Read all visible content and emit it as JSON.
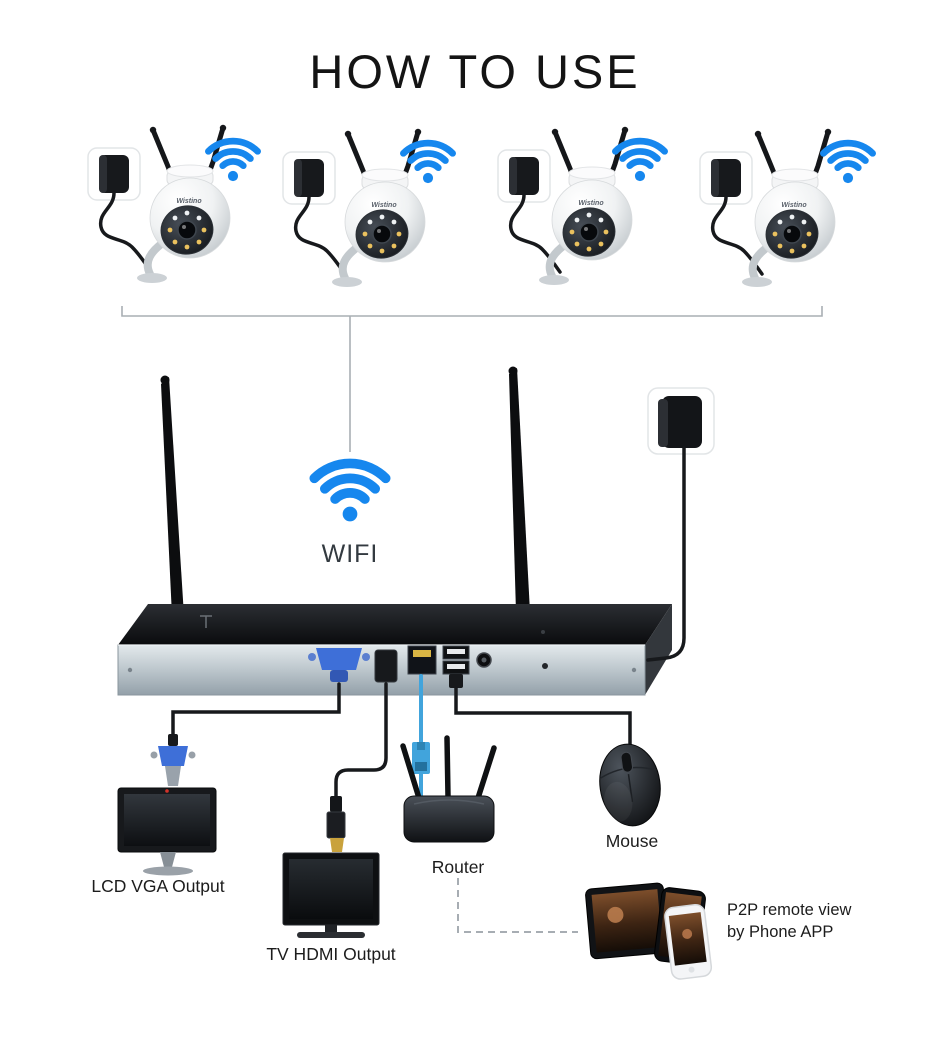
{
  "title": "HOW TO USE",
  "camera_brand": "Wistino",
  "hub": {
    "wifi_label": "WIFI"
  },
  "outputs": {
    "lcd_label": "LCD VGA Output",
    "tv_label": "TV HDMI Output",
    "router_label": "Router",
    "mouse_label": "Mouse",
    "p2p_line1": "P2P remote view",
    "p2p_line2": "by Phone APP"
  },
  "colors": {
    "wifi_blue": "#1687ee",
    "vga_connector_blue": "#3e6fd8",
    "ethernet_cable_blue": "#41a4dc",
    "hdmi_gold": "#c9a23c",
    "background": "#ffffff",
    "text": "#1c1c1c"
  }
}
